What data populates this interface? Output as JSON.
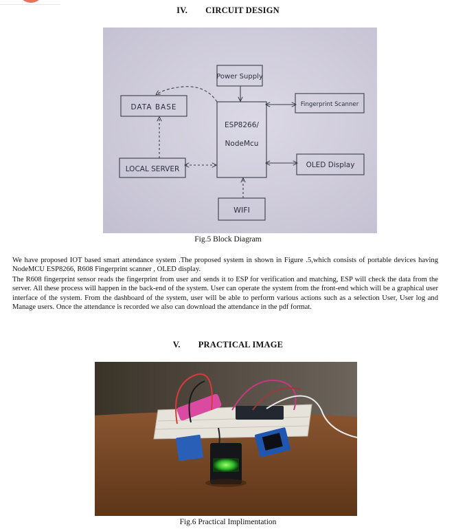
{
  "section_iv": {
    "number": "IV.",
    "title": "CIRCUIT  DESIGN"
  },
  "block_diagram": {
    "power_supply": "Power Supply",
    "database": "DATA BASE",
    "controller_line1": "ESP8266/",
    "controller_line2": "NodeMcu",
    "fingerprint": "Fingerprint Scanner",
    "local_server": "LOCAL SERVER",
    "oled": "OLED Display",
    "wifi": "WIFI"
  },
  "fig5_caption": "Fig.5 Block Diagram",
  "paragraph_1": "We have proposed IOT based smart attendance system .The proposed system in shown in Figure .5,which consists of portable devices having NodeMCU ESP8266, R608 Fingerprint scanner , OLED display.",
  "paragraph_2": "The R608 fingerprint sensor reads the fingerprint from user and sends it to ESP for verification and matching, ESP will check the data from the server. All these process will happen in the back-end of the system. User can operate the system from the front-end which will be a graphical user interface of the system. From the dashboard of the system, user will be able to perform various actions such as a selection User, User log and Manage users. Once the attendance is recorded we also can download the attendance in the pdf format.",
  "section_v": {
    "number": "V.",
    "title": "PRACTICAL IMAGE"
  },
  "fig6_caption": "Fig.6 Practical Implimentation"
}
